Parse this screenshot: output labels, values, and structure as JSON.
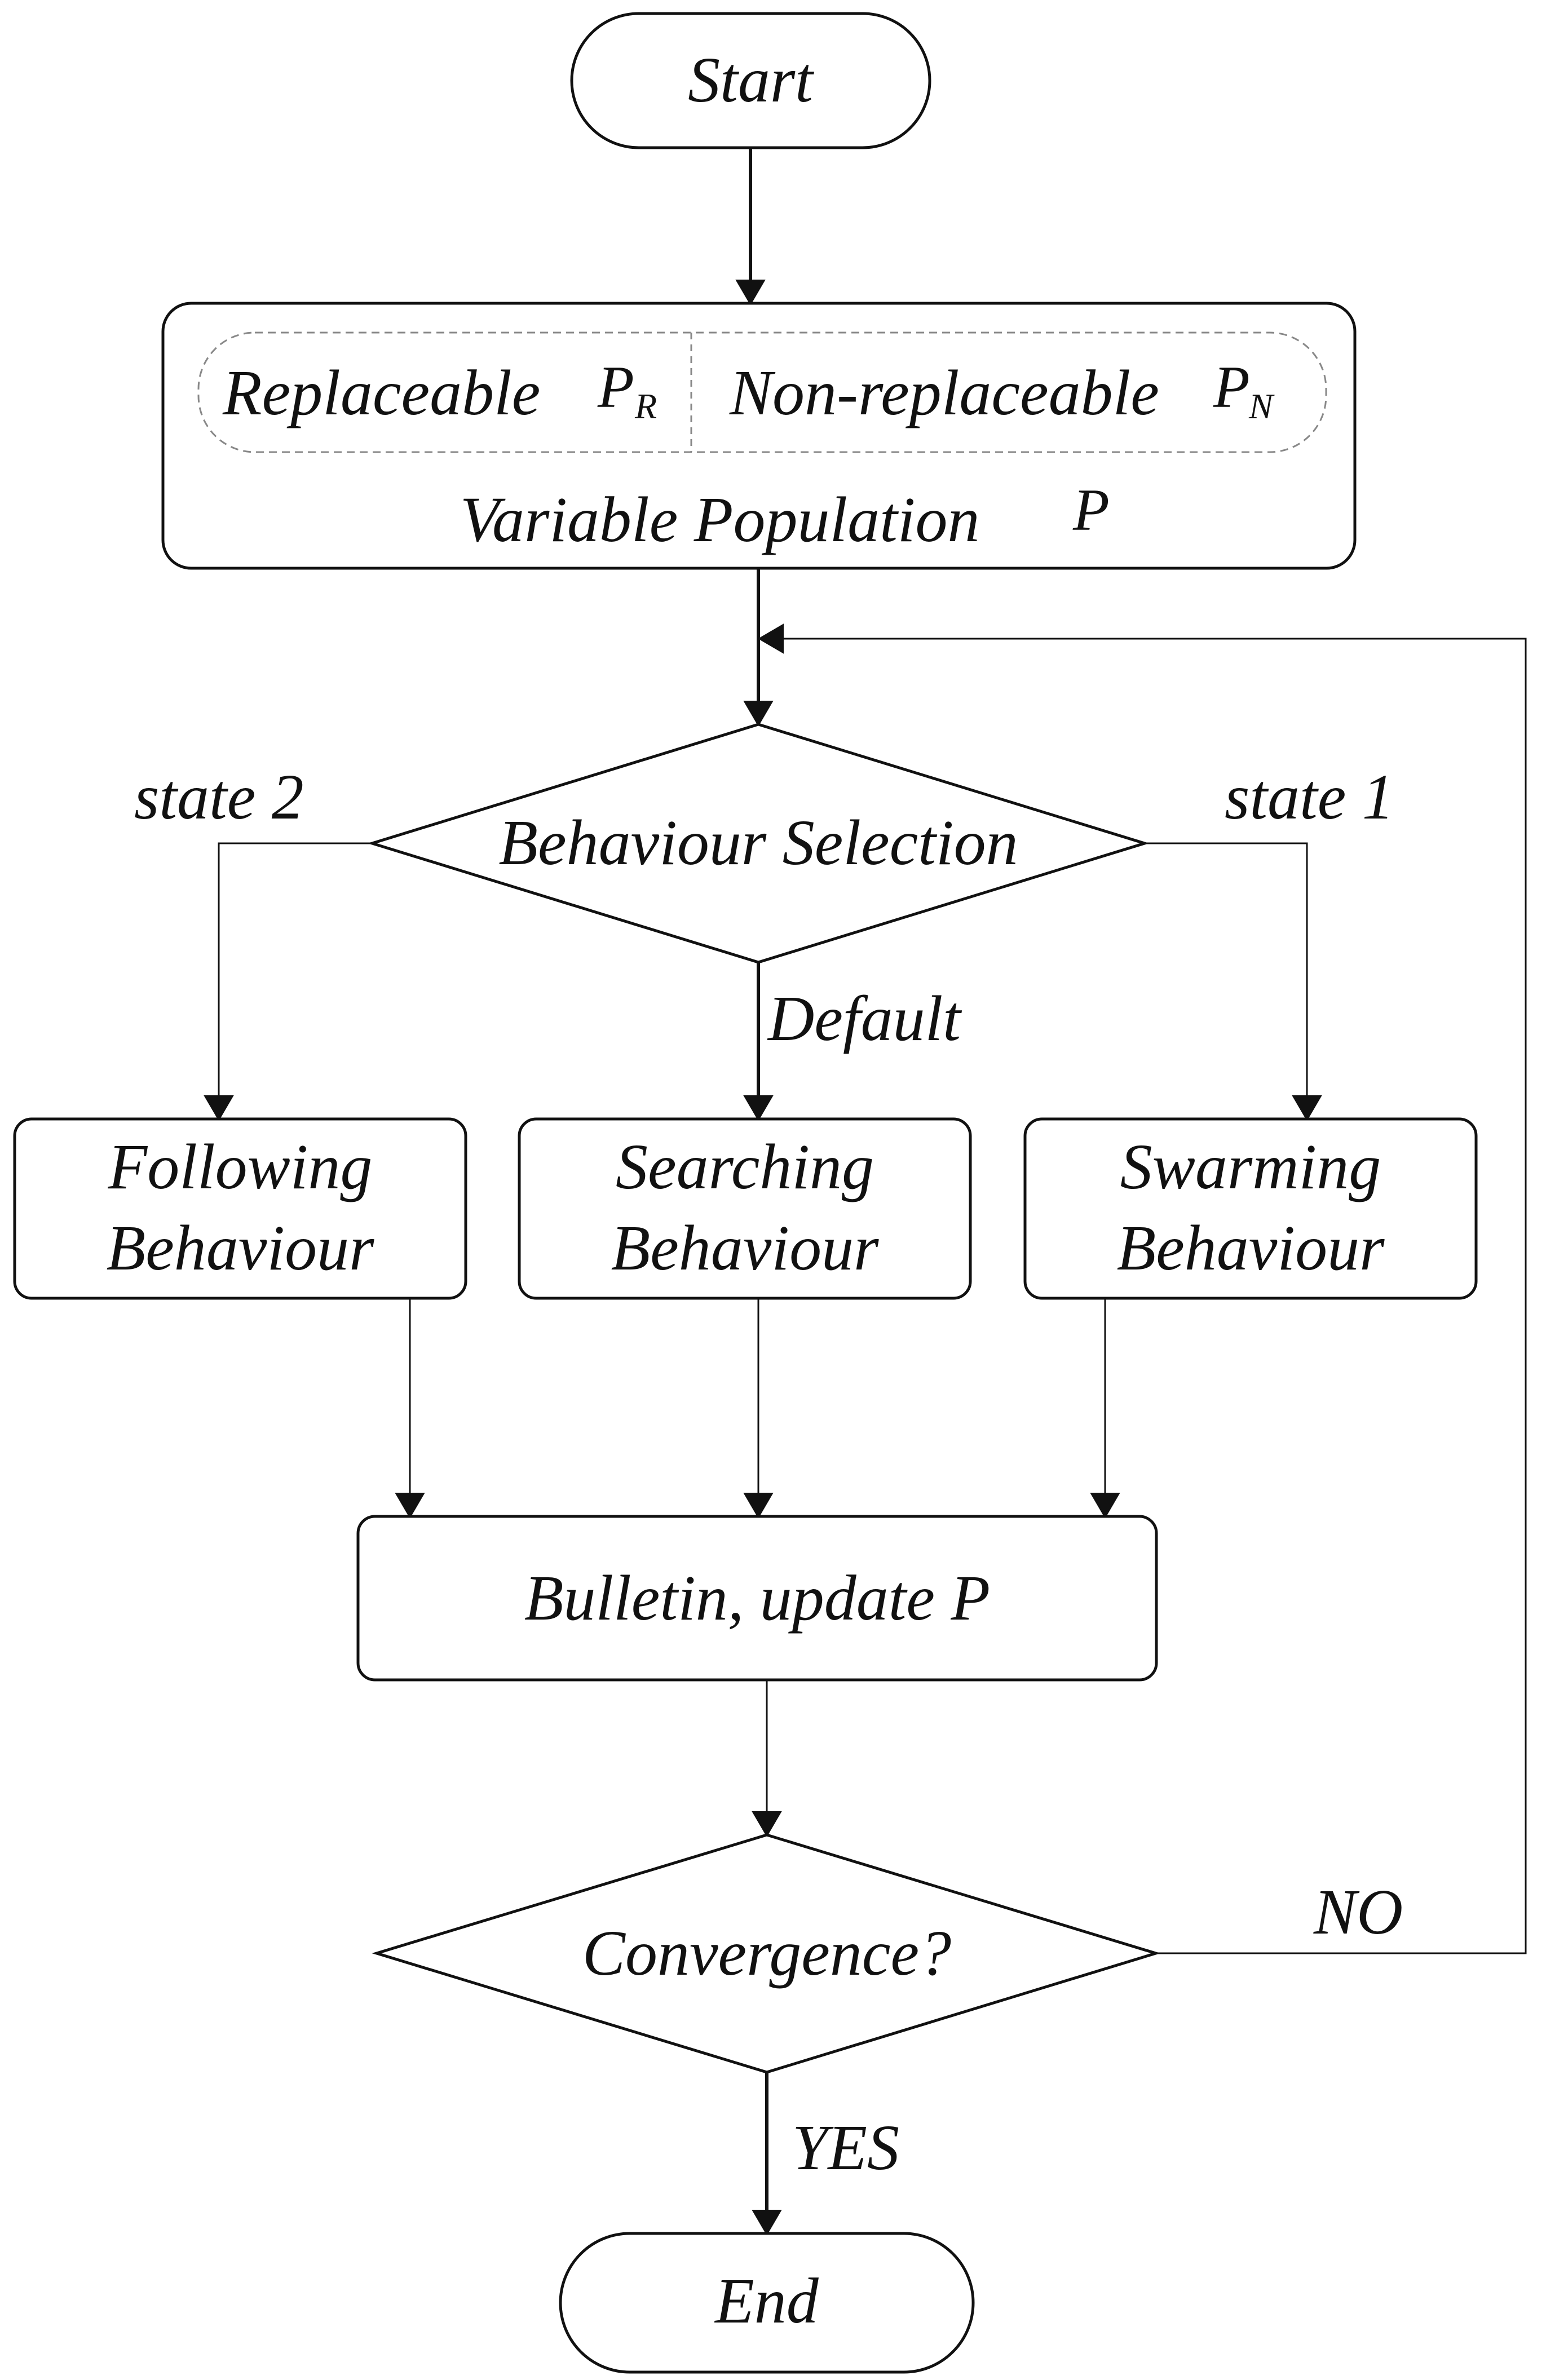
{
  "nodes": {
    "start": "Start",
    "population": {
      "replaceable": "Replaceable",
      "replaceable_symbol": "P",
      "replaceable_subscript": "R",
      "non_replaceable": "Non-replaceable",
      "non_replaceable_symbol": "P",
      "non_replaceable_subscript": "N",
      "title": "Variable Population",
      "title_symbol": "P"
    },
    "behaviour_selection": "Behaviour Selection",
    "following": [
      "Following",
      "Behaviour"
    ],
    "searching": [
      "Searching",
      "Behaviour"
    ],
    "swarming": [
      "Swarming",
      "Behaviour"
    ],
    "bulletin": "Bulletin, update P",
    "convergence": "Convergence?",
    "end": "End"
  },
  "edge_labels": {
    "state2": "state 2",
    "state1": "state 1",
    "default": "Default",
    "no": "NO",
    "yes": "YES"
  },
  "colors": {
    "stroke": "#111111",
    "text": "#111111",
    "dashed": "#888888",
    "background": "#ffffff"
  }
}
